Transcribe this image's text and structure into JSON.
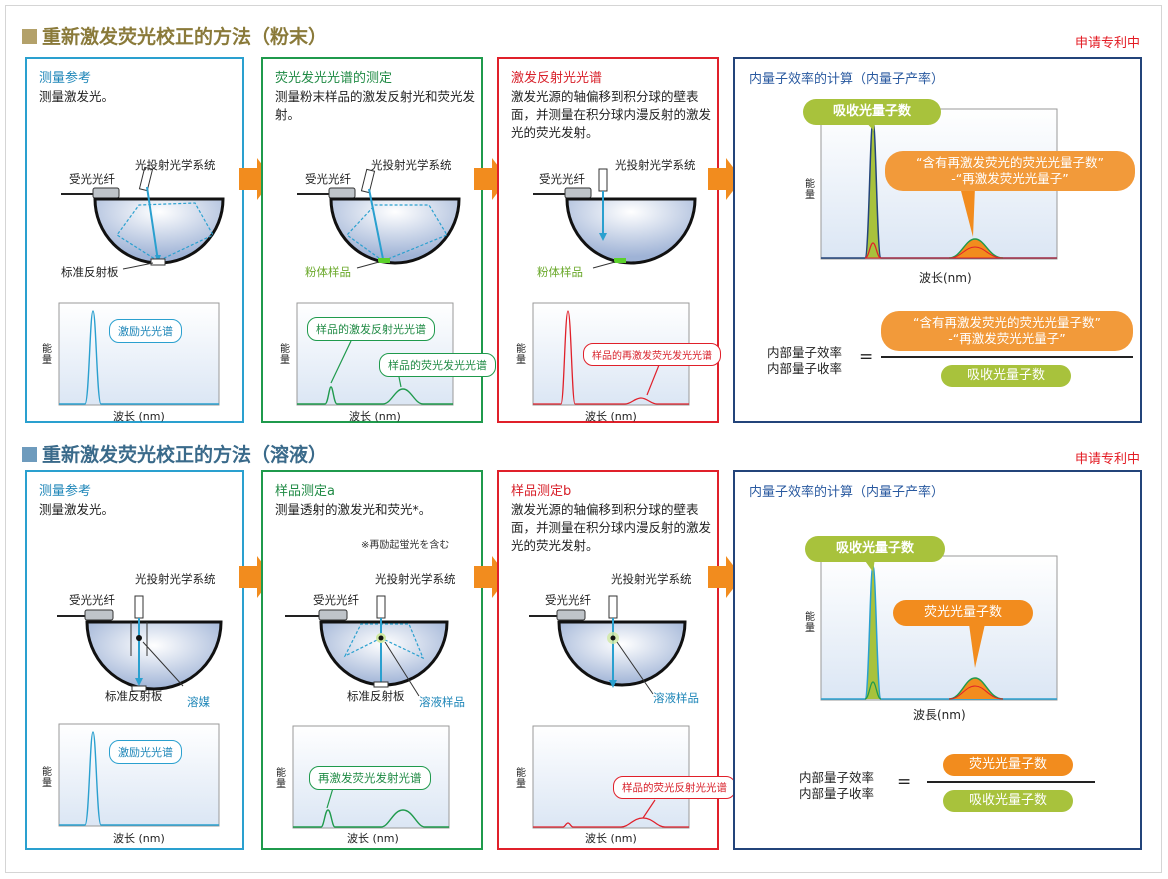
{
  "section1": {
    "title": "重新激发荧光校正的方法（粉末）",
    "patent": "申请专利中"
  },
  "section2": {
    "title": "重新激发荧光校正的方法（溶液）",
    "patent": "申请专利中"
  },
  "common": {
    "fiber": "受光光纤",
    "optics": "光投射光学系统",
    "std_plate": "标准反射板",
    "powder": "粉体样品",
    "solution_sample": "溶液样品",
    "solvent": "溶媒",
    "x_axis": "波长 (nm)",
    "y_axis": "能量"
  },
  "p1": {
    "title": "测量参考",
    "desc": "测量激发光。",
    "bubble": "激励光光谱"
  },
  "p2": {
    "title": "荧光发光光谱的测定",
    "desc": "测量粉末样品的激发反射光和荧光发射。",
    "bubble1": "样品的激发反射光光谱",
    "bubble2": "样品的荧光发光光谱"
  },
  "p3": {
    "title": "激发反射光光谱",
    "desc": "激发光源的轴偏移到积分球的壁表面，并测量在积分球内漫反射的激发光的荧光发射。",
    "bubble": "样品的再激发荧光发光光谱"
  },
  "p4": {
    "title": "内量子效率的计算（内量子产率）",
    "pill_abs": "吸收光量子数",
    "pill_refl1": "“含有再激发荧光的荧光光量子数”",
    "pill_refl2": "-“再激发荧光光量子”",
    "x_axis": "波长(nm)",
    "eq1": "内部量子效率",
    "eq2": "内部量子收率",
    "eq_sign": "=",
    "eq_num1": "“含有再激发荧光的荧光光量子数”",
    "eq_num2": "-“再激发荧光光量子”",
    "eq_den": "吸收光量子数"
  },
  "s1": {
    "title": "测量参考",
    "desc": "测量激发光。",
    "bubble": "激励光光谱"
  },
  "s2": {
    "title": "样品测定a",
    "desc": "测量透射的激发光和荧光*。",
    "note": "※再励起蛍光を含む",
    "bubble": "再激发荧光发射光谱"
  },
  "s3": {
    "title": "样品测定b",
    "desc": "激发光源的轴偏移到积分球的壁表面，并测量在积分球内漫反射的激发光的荧光发射。",
    "bubble": "样品的荧光反射光光谱"
  },
  "s4": {
    "title": "内量子效率的计算（内量子产率）",
    "pill_abs": "吸收光量子数",
    "pill_fl": "荧光光量子数",
    "x_axis": "波長(nm)",
    "eq1": "内部量子效率",
    "eq2": "内部量子收率",
    "eq_sign": "=",
    "eq_num": "荧光光量子数",
    "eq_den": "吸收光量子数"
  },
  "colors": {
    "blue": "#2aa0cf",
    "green": "#1f9a4c",
    "red": "#e0202a",
    "navy": "#23447a",
    "orange": "#f28c1e",
    "olive": "#a8c23c"
  }
}
